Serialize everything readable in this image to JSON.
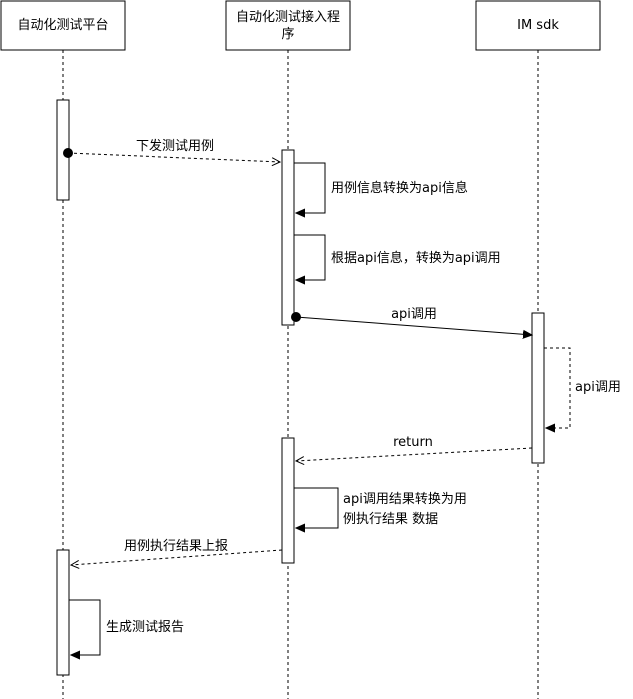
{
  "participants": {
    "platform": "自动化测试平台",
    "access_line1": "自动化测试接入程",
    "access_line2": "序",
    "imsdk": "IM sdk"
  },
  "messages": {
    "m1": "下发测试用例",
    "m2": "用例信息转换为api信息",
    "m3": "根据api信息，转换为api调用",
    "m4": "api调用",
    "m5": "api调用",
    "m6": "return",
    "m7_line1": "api调用结果转换为用",
    "m7_line2": "例执行结果 数据",
    "m8": "用例执行结果上报",
    "m9": "生成测试报告"
  }
}
